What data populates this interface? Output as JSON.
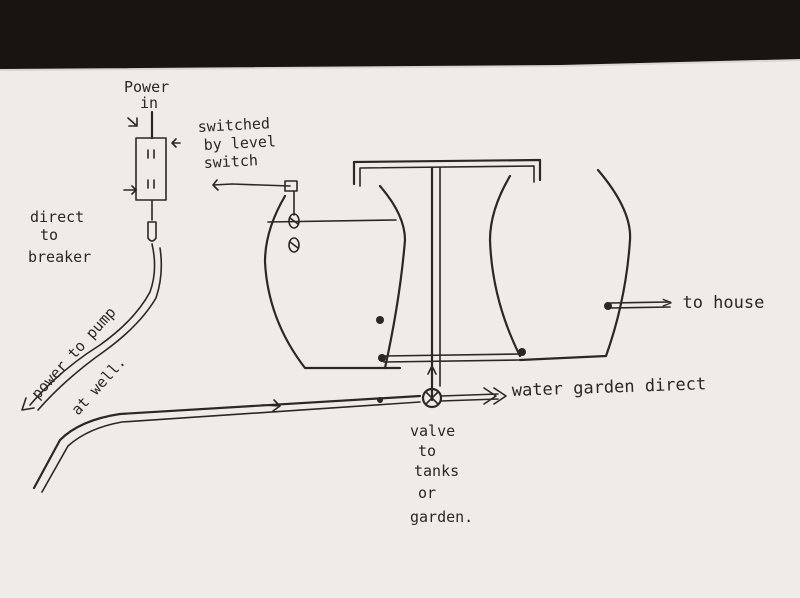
{
  "labels": {
    "power_in_1": "Power",
    "power_in_2": "in",
    "switched_1": "switched",
    "switched_2": "by level",
    "switched_3": "switch",
    "direct_1": "direct",
    "direct_2": "to",
    "direct_3": "breaker",
    "power_to_pump": "power to pump",
    "at_well": "at well.",
    "to_house": "> to house",
    "water_garden": "water garden direct",
    "valve_1": "valve",
    "valve_2": "to",
    "valve_3": "tanks",
    "valve_4": "or",
    "valve_5": "garden."
  },
  "colors": {
    "paper": "#efece8",
    "ink": "#2b2723",
    "background": "#1a1410"
  }
}
